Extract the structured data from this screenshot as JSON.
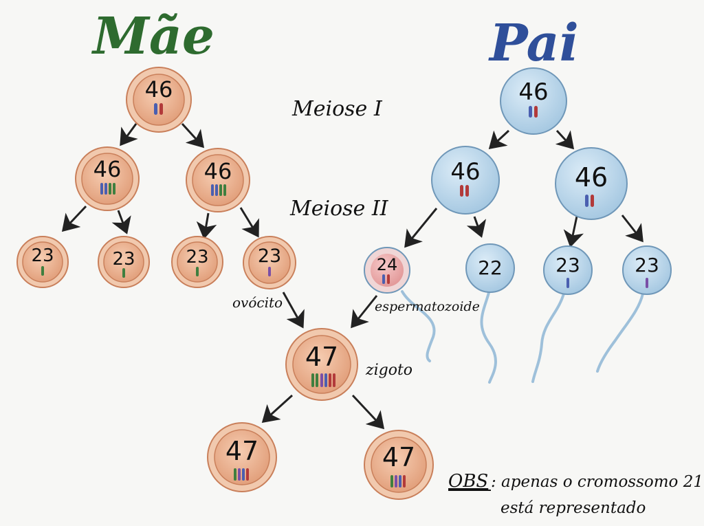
{
  "titles": {
    "mother": "Mãe",
    "father": "Pai"
  },
  "stages": {
    "meiosis1": "Meiose I",
    "meiosis2": "Meiose II"
  },
  "labels": {
    "oocyte": "ovócito",
    "sperm": "espermatozoide",
    "zygote": "zigoto",
    "obs": "OBS",
    "obs_line1": ": apenas o cromossomo 21",
    "obs_line2": "está representado"
  },
  "mother": {
    "root": "46",
    "meiosis1": [
      "46",
      "46"
    ],
    "gametes": [
      "23",
      "23",
      "23",
      "23"
    ]
  },
  "father": {
    "root": "46",
    "meiosis1": [
      "46",
      "46"
    ],
    "gametes": [
      "24",
      "22",
      "23",
      "23"
    ]
  },
  "zygote": "47",
  "daughters": [
    "47",
    "47"
  ],
  "colors": {
    "mother_title": "#2e6b2f",
    "father_title": "#2f4f9a",
    "egg_fill": "#e9b08e",
    "egg_outer": "#f1c9ae",
    "sperm_fill": "#b9d6ea",
    "sperm_abnormal": "#e7a5a5",
    "chrom_blue": "#4a5fb0",
    "chrom_red": "#b23a3a",
    "chrom_green": "#3f7f3f",
    "chrom_purple": "#7a4fa6"
  }
}
